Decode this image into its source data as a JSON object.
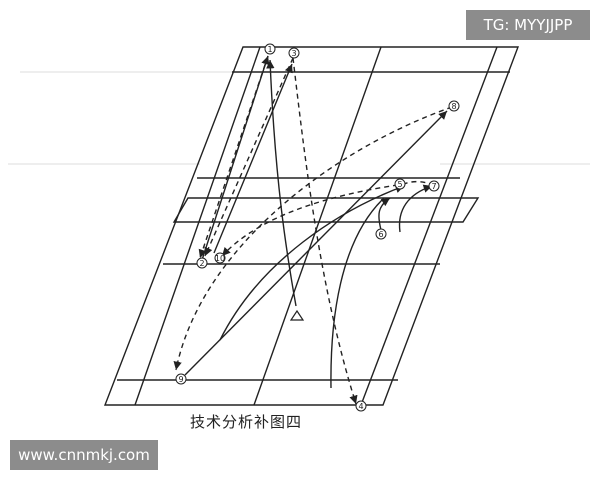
{
  "watermark_top": "TG: MYYJJPP",
  "watermark_bottom": "www.cnnmkj.com",
  "caption": "技术分析补图四",
  "markers": [
    {
      "id": "m1",
      "label": "1"
    },
    {
      "id": "m2",
      "label": "2"
    },
    {
      "id": "m3",
      "label": "3"
    },
    {
      "id": "m4",
      "label": "4"
    },
    {
      "id": "m5",
      "label": "5"
    },
    {
      "id": "m6",
      "label": "6"
    },
    {
      "id": "m7",
      "label": "7"
    },
    {
      "id": "m8",
      "label": "8"
    },
    {
      "id": "m9",
      "label": "9"
    },
    {
      "id": "m10",
      "label": "10"
    }
  ],
  "colors": {
    "ink": "#222222",
    "watermark_bg": "#8c8c8c",
    "watermark_text": "#ffffff"
  }
}
